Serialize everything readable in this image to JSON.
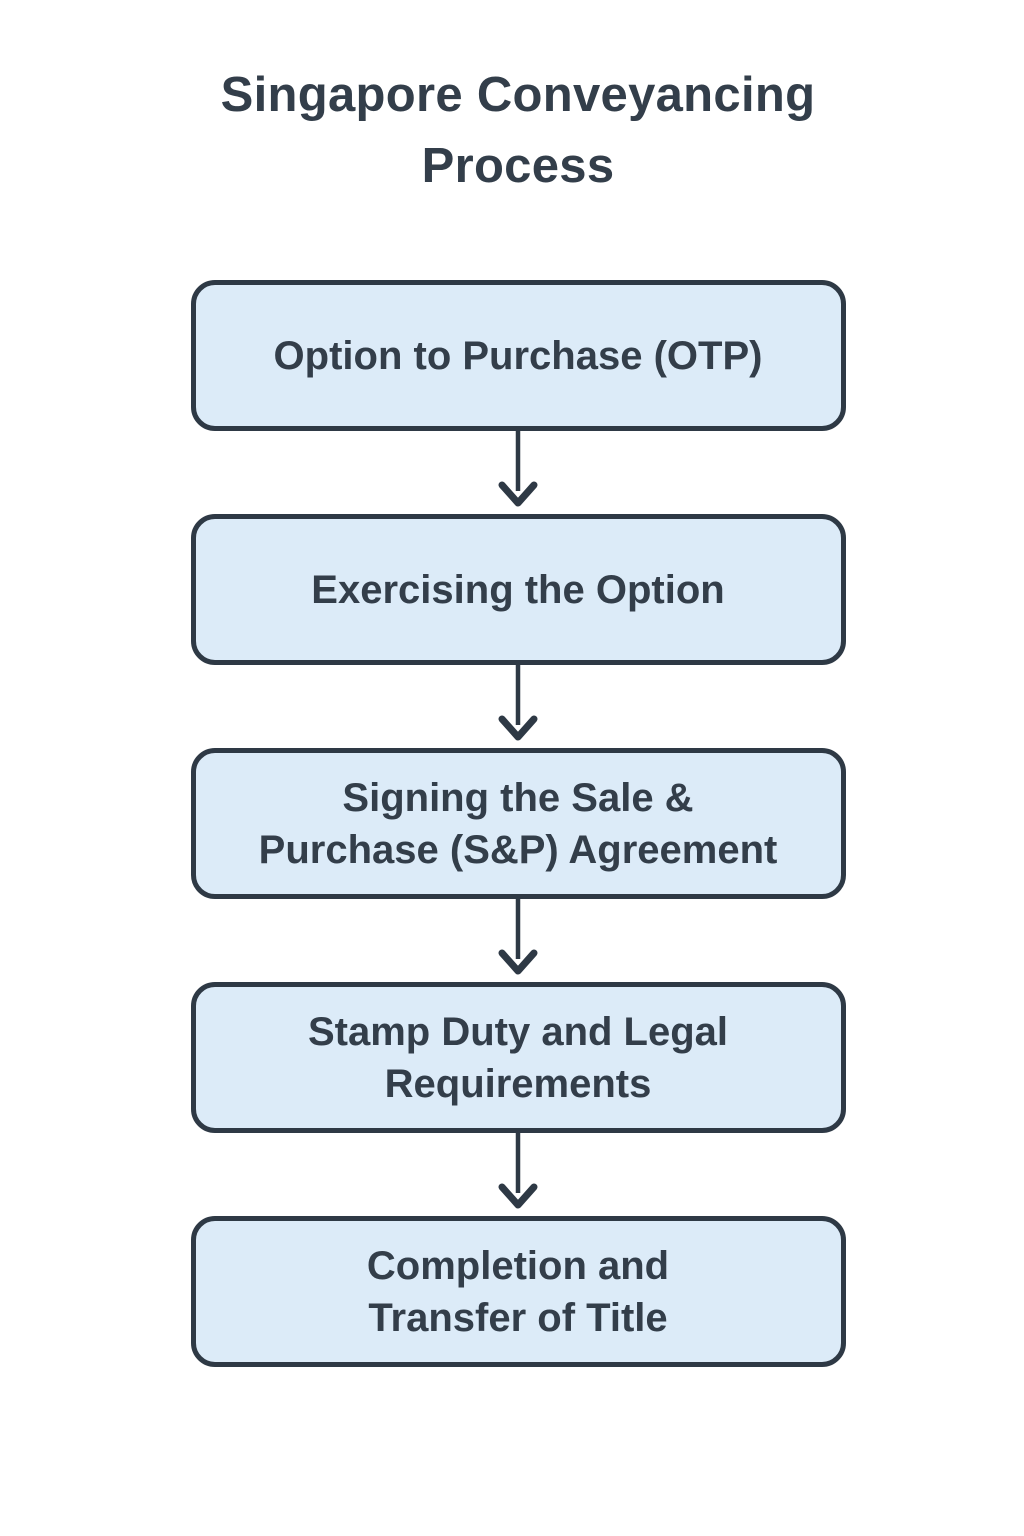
{
  "title": "Singapore Conveyancing\nProcess",
  "colors": {
    "text": "#333e4a",
    "stroke": "#2e3945",
    "node-fill": "#dcebf8"
  },
  "flowchart": {
    "type": "vertical-sequence-flowchart",
    "connector": "arrow-down",
    "steps": [
      {
        "label": "Option to Purchase (OTP)"
      },
      {
        "label": "Exercising the Option"
      },
      {
        "label": "Signing the Sale &\nPurchase (S&P) Agreement"
      },
      {
        "label": "Stamp Duty and Legal\nRequirements"
      },
      {
        "label": "Completion and\nTransfer of Title"
      }
    ]
  }
}
